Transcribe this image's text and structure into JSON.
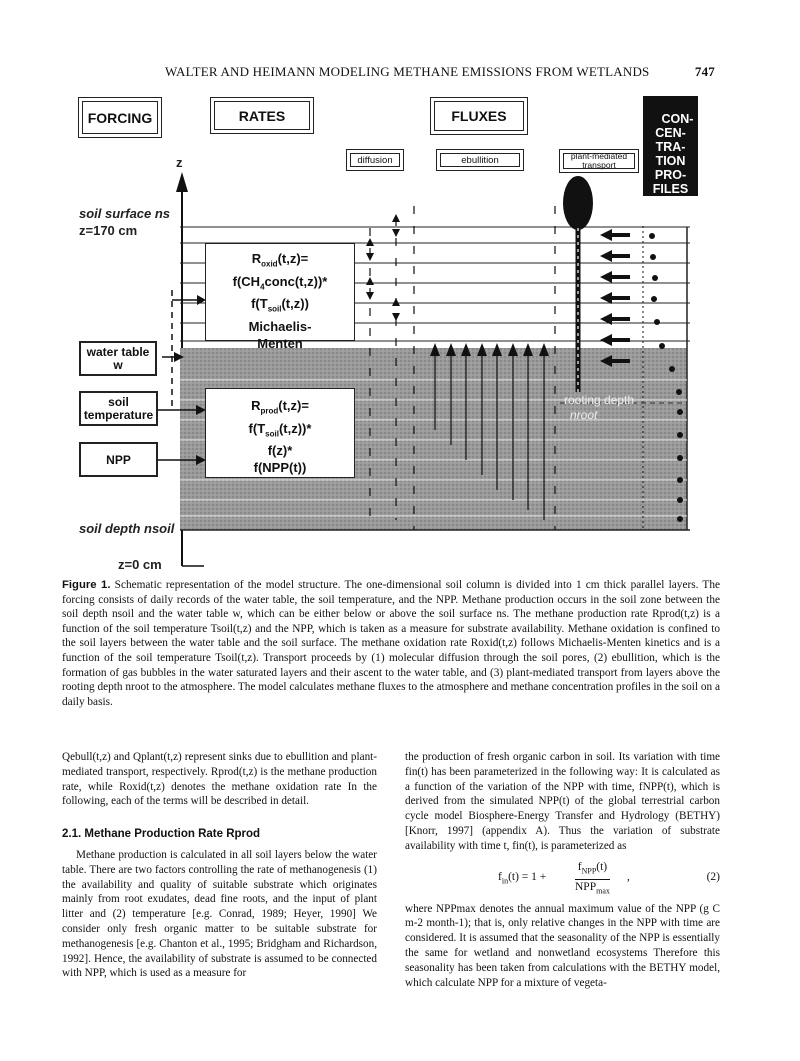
{
  "header": {
    "title": "WALTER AND HEIMANN MODELING METHANE EMISSIONS FROM WETLANDS",
    "page": "747"
  },
  "figure": {
    "boxes": {
      "forcing": "FORCING",
      "rates": "RATES",
      "fluxes": "FLUXES",
      "concentration": "CON-\nCEN-\nTRA-\nTION\nPRO-\nFILES",
      "diffusion": "diffusion",
      "ebullition": "ebullition",
      "plant_transport": "plant-mediated transport"
    },
    "axis_z": "z",
    "soil_surface": "soil surface ns",
    "soil_surface_z": "z=170 cm",
    "water_table": "water table w",
    "soil_temperature": "soil temperature",
    "npp": "NPP",
    "soil_depth": "soil depth nsoil",
    "z0": "z=0 cm",
    "rooting_depth": "rooting depth",
    "nroot": "nroot",
    "oxid_lines": [
      "Roxid(t,z)=",
      "f(CH4conc(t,z))*",
      "f(Tsoil(t,z))",
      "Michaelis-",
      "Menten"
    ],
    "prod_lines": [
      "Rprod(t,z)=",
      "f(Tsoil(t,z))*",
      "f(z)*",
      "f(NPP(t))"
    ]
  },
  "caption": {
    "label": "Figure 1.",
    "text": "Schematic representation of the model structure. The one-dimensional soil column is divided into 1 cm thick parallel layers. The forcing consists of daily records of the water table, the soil temperature, and the NPP. Methane production occurs in the soil zone between the soil depth nsoil and the water table w, which can be either below or above the soil surface ns. The methane production rate Rprod(t,z) is a function of the soil temperature Tsoil(t,z) and the NPP, which is taken as a measure for substrate availability. Methane oxidation is confined to the soil layers between the water table and the soil surface. The methane oxidation rate Roxid(t,z) follows Michaelis-Menten kinetics and is a function of the soil temperature Tsoil(t,z). Transport proceeds by (1) molecular diffusion through the soil pores, (2) ebullition, which is the formation of gas bubbles in the water saturated layers and their ascent to the water table, and (3) plant-mediated transport from layers above the rooting depth nroot to the atmosphere. The model calculates methane fluxes to the atmosphere and methane concentration profiles in the soil on a daily basis."
  },
  "left_column": {
    "intro": "Qebull(t,z) and Qplant(t,z) represent sinks due to ebullition and plant-mediated transport, respectively. Rprod(t,z) is the methane production rate, while Roxid(t,z) denotes the methane oxidation rate In the following, each of the terms will be described in detail.",
    "section_heading": "2.1. Methane Production Rate Rprod",
    "para": "Methane production is calculated in all soil layers below the water table. There are two factors controlling the rate of methanogenesis (1) the availability and quality of suitable substrate which originates mainly from root exudates, dead fine roots, and the input of plant litter and (2) temperature [e.g. Conrad, 1989; Heyer, 1990] We consider only fresh organic matter to be suitable substrate for methanogenesis [e.g. Chanton et al., 1995; Bridgham and Richardson, 1992]. Hence, the availability of substrate is assumed to be connected with NPP, which is used as a measure for"
  },
  "right_column": {
    "para1": "the production of fresh organic carbon in soil. Its variation with time fin(t) has been parameterized in the following way: It is calculated as a function of the variation of the NPP with time, fNPP(t), which is derived from the simulated NPP(t) of the global terrestrial carbon cycle model Biosphere-Energy Transfer and Hydrology (BETHY) [Knorr, 1997] (appendix A). Thus the variation of substrate availability with time t, fin(t), is parameterized as",
    "equation_number": "(2)",
    "para2": "where NPPmax denotes the annual maximum value of the NPP (g C m-2 month-1); that is, only relative changes in the NPP with time are considered. It is assumed that the seasonality of the NPP is essentially the same for wetland and nonwetland ecosystems Therefore this seasonality has been taken from calculations with the BETHY model, which calculate NPP for a mixture of vegeta-"
  }
}
